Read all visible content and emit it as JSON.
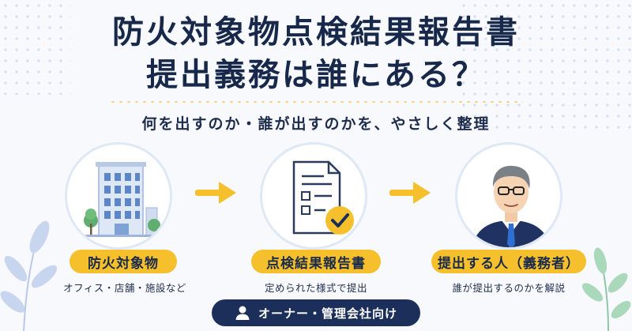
{
  "title_line1": "防火対象物点検結果報告書",
  "title_line2": "提出義務は誰にある？",
  "subtitle": "何を出すのか・誰が出すのかを、やさしく整理",
  "steps": [
    {
      "label": "防火対象物",
      "desc": "オフィス・店舗・施設など",
      "icon": "building-icon"
    },
    {
      "label": "点検結果報告書",
      "desc": "定められた様式で提出",
      "icon": "document-check-icon"
    },
    {
      "label": "提出する人（義務者）",
      "desc": "誰が提出するのかを解説",
      "icon": "person-icon"
    }
  ],
  "audience": {
    "label": "オーナー・管理会社向け",
    "icon": "user-icon"
  },
  "colors": {
    "navy": "#1c2f5b",
    "accent_yellow": "#f5c02b",
    "background": "#f7f9fc"
  }
}
